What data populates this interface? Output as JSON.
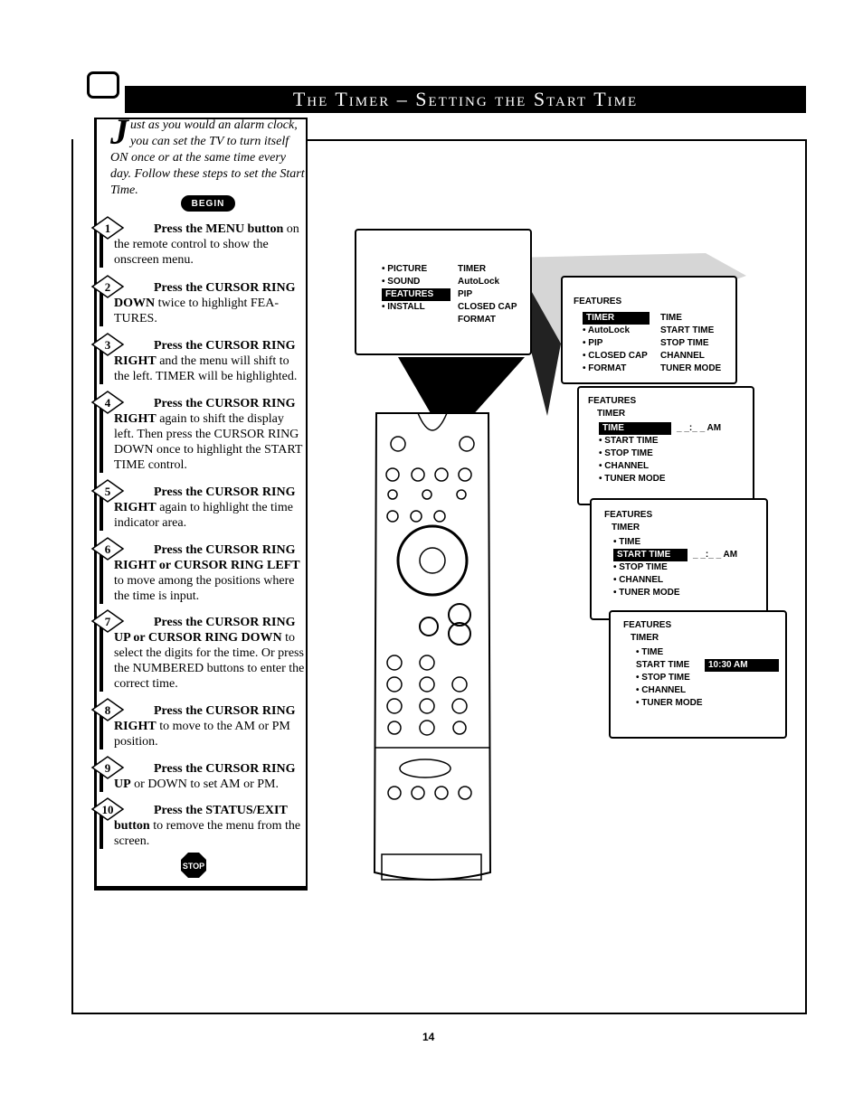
{
  "header": {
    "title": "The Timer – Setting the Start Time"
  },
  "intro": {
    "dropcap": "J",
    "text": "ust as you would an alarm clock, you can set the TV to turn itself ON once or at the same time every day. Follow these steps to set the Start Time."
  },
  "begin_label": "BEGIN",
  "steps": [
    {
      "num": "1",
      "bold": "Press the MENU button",
      "rest": " on the remote control to show the onscreen menu."
    },
    {
      "num": "2",
      "bold": "Press the CURSOR RING DOWN",
      "rest": " twice to highlight FEA-TURES."
    },
    {
      "num": "3",
      "bold": "Press the CURSOR RING RIGHT",
      "rest": " and the menu will shift to the left. TIMER will be highlighted."
    },
    {
      "num": "4",
      "bold": "Press the CURSOR RING RIGHT",
      "rest": " again to shift the display left. Then press the CURSOR RING DOWN once to highlight the START TIME control."
    },
    {
      "num": "5",
      "bold": "Press the CURSOR RING RIGHT",
      "rest": " again to highlight the time indicator area."
    },
    {
      "num": "6",
      "bold": "Press the CURSOR RING RIGHT or CURSOR RING LEFT",
      "rest": " to move among the positions where the time is input."
    },
    {
      "num": "7",
      "bold": "Press the CURSOR RING UP or CURSOR RING DOWN",
      "rest": " to select the digits for the time. Or press the NUMBERED buttons to enter the correct time."
    },
    {
      "num": "8",
      "bold": "Press the CURSOR RING RIGHT",
      "rest": " to move to the AM or PM position."
    },
    {
      "num": "9",
      "bold": "Press the CURSOR RING UP",
      "rest": " or DOWN to set AM or PM."
    },
    {
      "num": "10",
      "bold": "Press the STATUS/EXIT button",
      "rest": " to remove the menu from the screen."
    }
  ],
  "stop_label": "STOP",
  "menu1": {
    "left": [
      "• PICTURE",
      "• SOUND",
      "FEATURES",
      "• INSTALL"
    ],
    "right": [
      "TIMER",
      "AutoLock",
      "PIP",
      "CLOSED CAP",
      "FORMAT"
    ]
  },
  "menu2": {
    "title": "FEATURES",
    "left": [
      "TIMER",
      "• AutoLock",
      "• PIP",
      "• CLOSED CAP",
      "• FORMAT"
    ],
    "right": [
      "TIME",
      "START TIME",
      "STOP TIME",
      "CHANNEL",
      "TUNER MODE"
    ]
  },
  "menu3": {
    "title": "FEATURES",
    "sub": "TIMER",
    "items": [
      "TIME",
      "• START TIME",
      "• STOP TIME",
      "• CHANNEL",
      "• TUNER MODE"
    ],
    "value": "_ _:_ _ AM"
  },
  "menu4": {
    "title": "FEATURES",
    "sub": "TIMER",
    "items": [
      "• TIME",
      "START TIME",
      "• STOP TIME",
      "• CHANNEL",
      "• TUNER MODE"
    ],
    "value": "_ _:_ _ AM"
  },
  "menu5": {
    "title": "FEATURES",
    "sub": "TIMER",
    "items": [
      "• TIME",
      "START TIME",
      "• STOP TIME",
      "• CHANNEL",
      "• TUNER MODE"
    ],
    "value": "10:30 AM"
  },
  "page_number": "14"
}
